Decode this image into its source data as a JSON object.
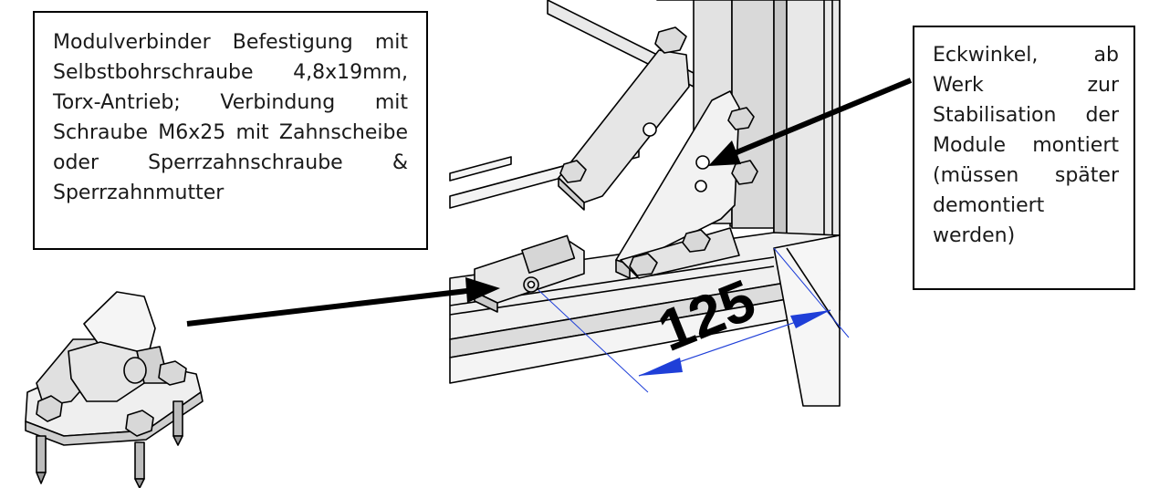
{
  "callouts": {
    "left": {
      "text": "Modulverbinder Befestigung mit Selbstbohrschraube 4,8x19mm, Torx-Antrieb; Verbindung mit Schraube M6x25 mit Zahnscheibe oder Sperrzahnschraube & Sperrzahnmutter"
    },
    "right": {
      "text": "Eckwinkel, ab Werk zur Stabilisation der Module montiert (müssen später demontiert werden)"
    }
  },
  "dimension": {
    "value": "125",
    "line_color": "#1f3fd8"
  },
  "colors": {
    "outline": "#000000",
    "metal_light": "#f2f2f2",
    "metal_mid": "#d6d6d6",
    "metal_dark": "#a8a8a8"
  }
}
